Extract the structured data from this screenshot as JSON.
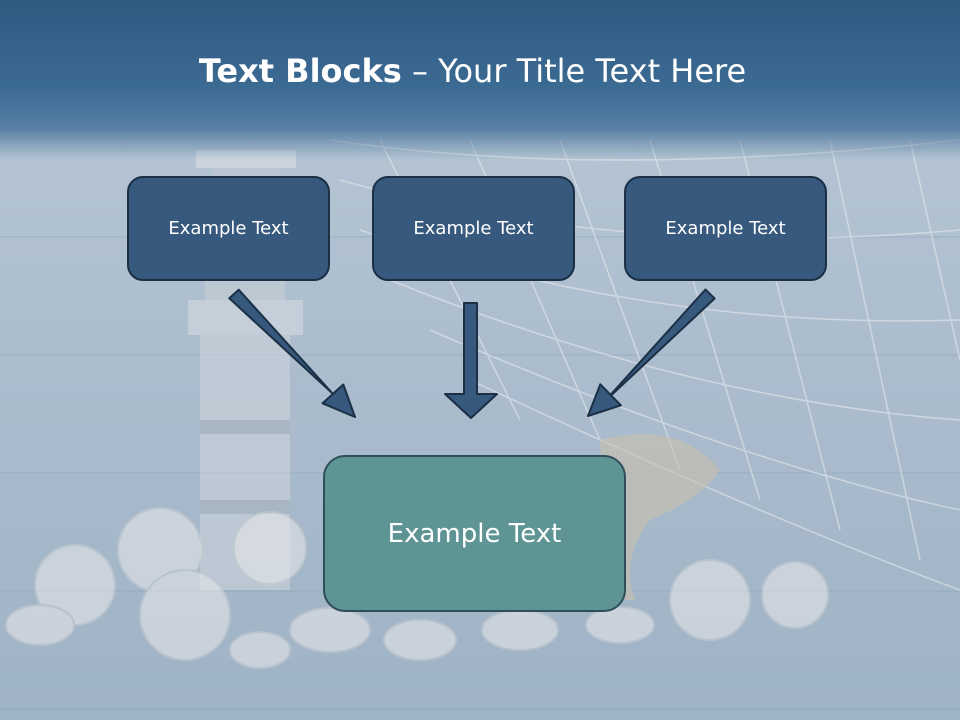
{
  "title": {
    "bold": "Text Blocks",
    "separator": " – ",
    "regular": "Your Title Text Here"
  },
  "blocks": {
    "top_left": "Example Text",
    "top_center": "Example Text",
    "top_right": "Example Text",
    "bottom": "Example Text"
  },
  "colors": {
    "header": "#3b6a93",
    "top_box_fill": "#36597d",
    "bottom_box_fill": "#5f9494",
    "arrow_fill": "#36597d",
    "arrow_stroke": "#1b2f45"
  }
}
